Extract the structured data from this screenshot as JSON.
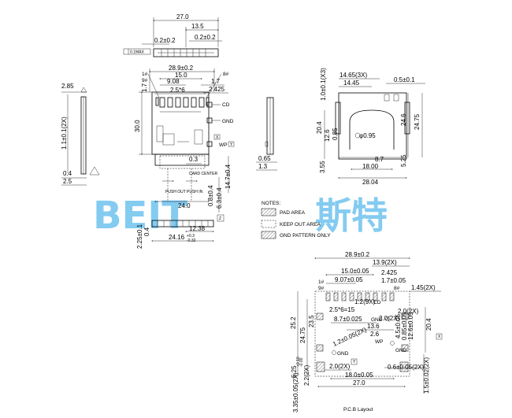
{
  "top_view": {
    "width_total": "27.0",
    "width_inner": "13.5",
    "pad_left": "0.2±0.2",
    "pad_right": "0.2±0.2",
    "flatness": "0.1MAX"
  },
  "main_view": {
    "width_pins": "28.9±0.2",
    "pin1_label": "1#",
    "pin9_label": "9#",
    "pin8_label": "8#",
    "dim_15": "15.0",
    "dim_908": "9.08",
    "dim_17": "1.7",
    "dim_25x6": "2.5*6",
    "dim_2425": "2.425",
    "dim_17v": "1.7",
    "height_30": "30.0",
    "cd_label": "CD",
    "gnd_label": "GND",
    "wp_label": "WP",
    "dim_03": "0.3",
    "card_center": "CARD CENTER",
    "push_out": "PUSH OUT",
    "push_in": "PUSH IN",
    "width_24": "24.0",
    "dim_147": "14.7±0.4",
    "dim_63": "6.3±0.4",
    "dim_08": "0.8±0.4"
  },
  "left_view": {
    "dim_285": "2.85",
    "dim_11": "1.1±0.1(2X)",
    "dim_04": "0.4",
    "dim_25": "2.5"
  },
  "bottom_view": {
    "dim_1238": "12.38",
    "dim_2416": "24.16",
    "tol_2416_plus": "+0.3",
    "tol_2416_minus": "-0.32",
    "dim_225": "2.25±0.1",
    "dim_04": "0.4"
  },
  "side_view": {
    "dim_065": "0.65",
    "dim_13": "1.3"
  },
  "right_view": {
    "dim_1465": "14.65(3X)",
    "dim_1445": "14.45",
    "dim_10": "1.0±0.1(X3)",
    "dim_05": "0.5±0.1",
    "dim_204": "20.4",
    "dim_126": "12.6",
    "dim_085": "0.85",
    "dim_095": "φ0.95",
    "dim_246": "24.6",
    "dim_2475": "24.75",
    "dim_87": "8.7",
    "dim_1800": "18.00",
    "dim_2804": "28.04",
    "dim_355": "3.55",
    "dim_525": "5.25"
  },
  "notes": {
    "title": "NOTES:",
    "items": [
      "PAD AREA",
      "KEEP OUT AREA",
      "GND PATTERN ONLY"
    ]
  },
  "watermark": {
    "latin": "BEIT",
    "chinese": "斯特"
  },
  "pcb": {
    "caption": "P.C.B Layout",
    "dim_289": "28.9±0.2",
    "dim_139": "13.9(2X)",
    "dim_150": "15.0±0.05",
    "dim_2425": "2.425",
    "dim_907": "9.07±0.05",
    "dim_17": "1.7±0.05",
    "dim_145": "1.45(2X)",
    "pin1": "1#",
    "pin9": "9#",
    "pin8": "8#",
    "dim_12": "1.2(9X)",
    "cd": "CD",
    "dim_25x6": "2.5*6=15",
    "dim_20": "2.0(2X)",
    "dim_87": "8.7±0.025",
    "gnd": "GND",
    "dim_136": "13.6",
    "dim_26": "2.6",
    "dim_252": "25.2",
    "dim_2475": "24.75",
    "dim_235": "23.5",
    "dim_12b": "1.2±0.05(2X)",
    "wp": "WP",
    "dim_45": "4.5±0.05",
    "dim_085": "0.85±0.05",
    "dim_126": "12.6±0.05",
    "dim_204": "20.4",
    "dim_525": "5.25",
    "tol_525_plus": "+0.10",
    "tol_525_minus": "-0.00",
    "dim_335": "3.35±0.05(2X)",
    "dim_22": "2.2(2X)",
    "dim_20b": "2.0(2X)",
    "dim_180": "18.0±0.05",
    "dim_270": "27.0",
    "dim_06": "0.6±0.05(2X)",
    "dim_15": "1.5±0.02(2X)",
    "x_label": "X",
    "y_label": "Y"
  }
}
